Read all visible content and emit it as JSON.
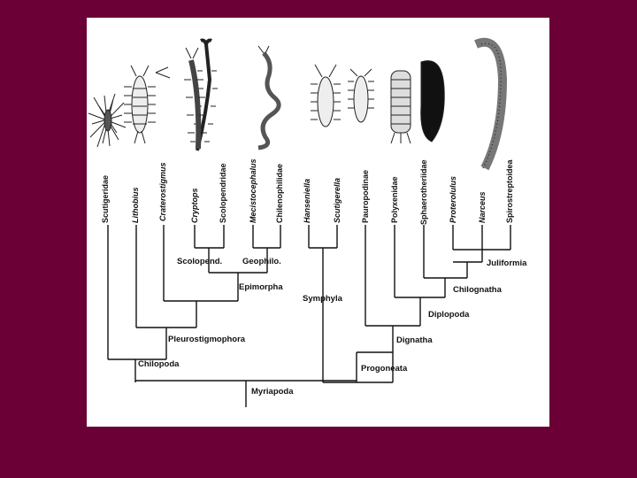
{
  "colors": {
    "background": "#6a0035",
    "panel": "#ffffff",
    "ink": "#111111"
  },
  "taxa": [
    {
      "label": "Scutigeridae",
      "italic": false
    },
    {
      "label": "Lithobius",
      "italic": true
    },
    {
      "label": "Craterostigmus",
      "italic": true
    },
    {
      "label": "Cryptops",
      "italic": true
    },
    {
      "label": "Scolopendridae",
      "italic": false
    },
    {
      "label": "Mecistocephalus",
      "italic": true
    },
    {
      "label": "Chilenophilidae",
      "italic": false
    },
    {
      "label": "Hanseniella",
      "italic": true
    },
    {
      "label": "Scutigerella",
      "italic": true
    },
    {
      "label": "Pauropodinae",
      "italic": false
    },
    {
      "label": "Polyxenidae",
      "italic": false
    },
    {
      "label": "Sphaerotheriidae",
      "italic": false
    },
    {
      "label": "Proterolulus",
      "italic": true
    },
    {
      "label": "Narceus",
      "italic": true
    },
    {
      "label": "Spirostreptoidea",
      "italic": false
    }
  ],
  "clades": {
    "scolopend": "Scolopend.",
    "geophilo": "Geophilo.",
    "epimorpha": "Epimorpha",
    "pleurostigmophora": "Pleurostigmophora",
    "chilopoda": "Chilopoda",
    "symphyla": "Symphyla",
    "juliformia": "Juliformia",
    "chilognatha": "Chilognatha",
    "diplopoda": "Diplopoda",
    "dignatha": "Dignatha",
    "progoneata": "Progoneata",
    "myriapoda": "Myriapoda"
  },
  "illustrations": [
    "house-centipede-drawing",
    "stone-centipede-drawing",
    "scolopendrid-drawing",
    "geophilid-drawing",
    "symphylan-drawing",
    "pauropod-drawing",
    "bristly-millipede-drawing",
    "pill-millipede-drawing",
    "juliform-millipede-drawing"
  ]
}
